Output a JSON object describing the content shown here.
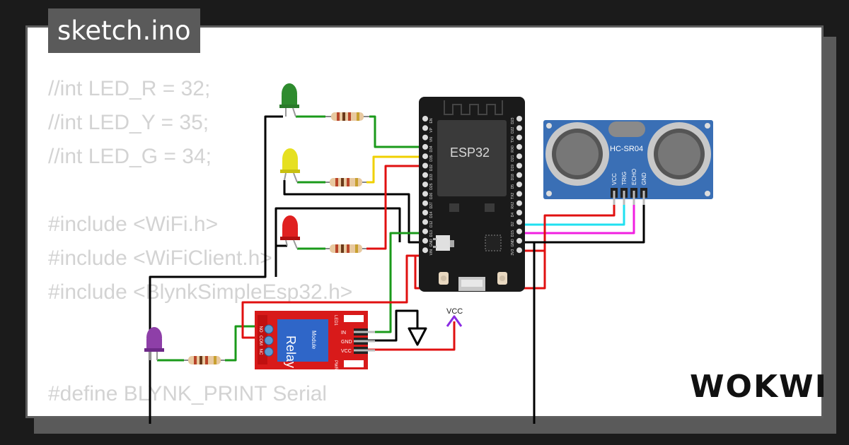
{
  "file_tab": {
    "label": "sketch.ino"
  },
  "code_lines": [
    "//int LED_R = 32;",
    "//int LED_Y = 35;",
    "//int LED_G = 34;",
    "",
    "#include <WiFi.h>",
    "#include <WiFiClient.h>",
    "#include <BlynkSimpleEsp32.h>",
    "",
    "",
    "#define BLYNK_PRINT Serial"
  ],
  "board": {
    "label": "ESP32",
    "left_pins": [
      "EN",
      "VP",
      "VN",
      "D34",
      "D35",
      "D32",
      "D33",
      "D25",
      "D26",
      "D27",
      "D14",
      "D12",
      "D13",
      "GND",
      "VIN"
    ],
    "right_pins": [
      "D23",
      "D22",
      "TX0",
      "RX0",
      "D21",
      "D19",
      "D18",
      "D5",
      "TX2",
      "RX2",
      "D4",
      "D2",
      "D15",
      "GND",
      "3V3"
    ]
  },
  "sensor": {
    "label": "HC-SR04",
    "pins": [
      "VCC",
      "TRIG",
      "ECHO",
      "GND"
    ]
  },
  "relay": {
    "label": "Relay",
    "sublabel": "Module",
    "led_label": "LED1",
    "pwr_label": "PWR",
    "terminal_labels": [
      "NO",
      "COM",
      "NC"
    ],
    "pins": [
      "IN",
      "GND",
      "VCC"
    ]
  },
  "power_label": "VCC",
  "brand": "WOKWI",
  "colors": {
    "wire_green": "#1a9a1a",
    "wire_red": "#e01010",
    "wire_yellow": "#f0d000",
    "wire_cyan": "#20e0f0",
    "wire_magenta": "#f020e0",
    "wire_black": "#000000",
    "vcc_purple": "#8a2be2"
  }
}
